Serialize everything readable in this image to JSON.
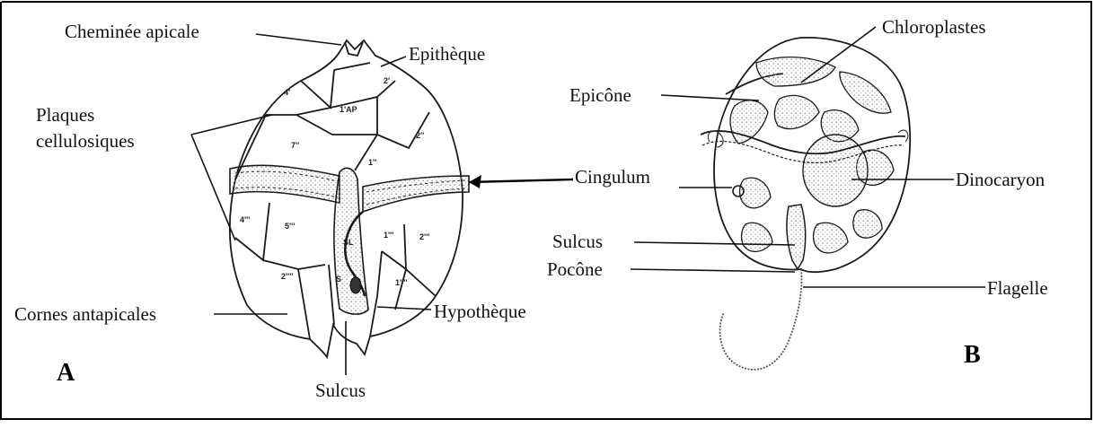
{
  "colors": {
    "ink": "#111111",
    "frame": "#000000",
    "background": "#ffffff",
    "stipple": "#9a9a9a"
  },
  "figure_a": {
    "panel_label": "A",
    "labels": {
      "apical_chimney": "Cheminée apicale",
      "epitheca": "Epithèque",
      "cellulose_plates": [
        "Plaques",
        "cellulosiques"
      ],
      "cingulum": "Cingulum",
      "antapical_horns": "Cornes antapicales",
      "hypotheca": "Hypothèque",
      "sulcus": "Sulcus"
    },
    "plates": {
      "p_4p": "4'",
      "p_2p": "2'",
      "p_1pap": "1'AP",
      "p_7pp": "7''",
      "p_2pp": "2''",
      "p_1pp": "1''",
      "p_4ppp": "4'''",
      "p_5ppp": "5'''",
      "p_sl": "SL",
      "p_1ppp": "1'''",
      "p_2ppp": "2'''",
      "p_2pppp": "2''''",
      "p_s": "S",
      "p_1pppp": "1''''"
    }
  },
  "figure_b": {
    "panel_label": "B",
    "labels": {
      "chloroplasts": "Chloroplastes",
      "epicone": "Epicône",
      "dinokaryon": "Dinocaryon",
      "sulcus": "Sulcus",
      "hypocone": "Pocône",
      "flagellum": "Flagelle"
    }
  }
}
